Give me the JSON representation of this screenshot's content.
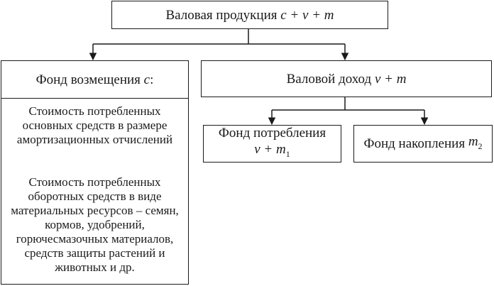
{
  "gross_output": {
    "label": "Валовая продукция",
    "formula": "c + v + m"
  },
  "replacement_fund": {
    "label": "Фонд возмещения",
    "symbol": "c",
    "suffix": ":",
    "items": [
      "Стоимость потребленных основных средств в размере амортизационных отчислений",
      "Стоимость потребленных оборотных средств в виде материальных ресурсов – семян, кормов, удобрений, горючесмазочных материалов, средств защиты растений и животных и др."
    ]
  },
  "gross_income": {
    "label": "Валовой доход",
    "formula": "v + m"
  },
  "consumption_fund": {
    "label": "Фонд потребления",
    "formula_main": "v + m",
    "formula_sub": "1"
  },
  "accumulation_fund": {
    "label": "Фонд накопления",
    "symbol_main": "m",
    "symbol_sub": "2"
  }
}
